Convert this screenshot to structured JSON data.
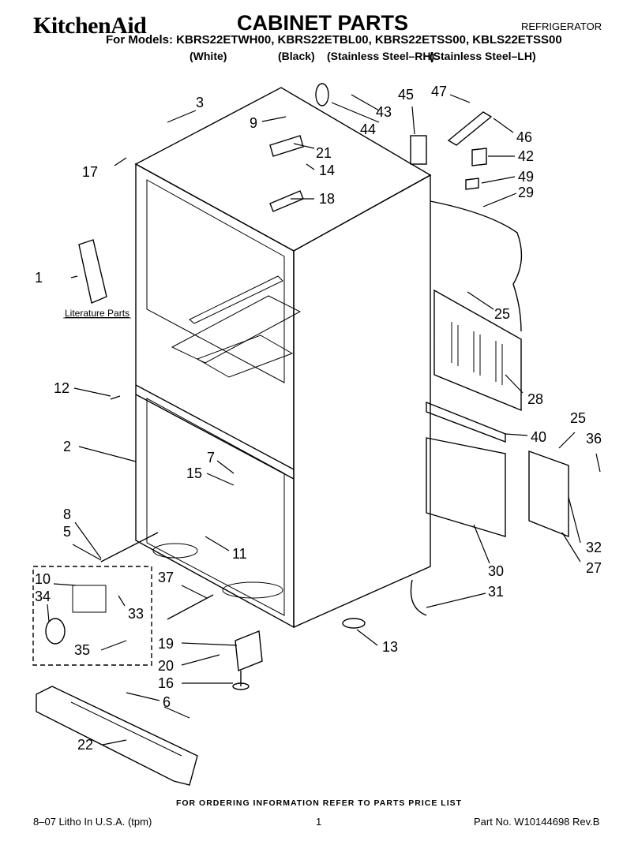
{
  "header": {
    "brand": "KitchenAid",
    "title": "CABINET PARTS",
    "category": "REFRIGERATOR",
    "models": "For Models: KBRS22ETWH00, KBRS22ETBL00, KBRS22ETSS00, KBLS22ETSS00",
    "variants": [
      "(White)",
      "(Black)",
      "(Stainless Steel–RH)",
      "(Stainless Steel–LH)"
    ]
  },
  "diagram": {
    "literature_label": "Literature Parts",
    "callouts": [
      "1",
      "2",
      "3",
      "5",
      "6",
      "7",
      "8",
      "9",
      "10",
      "11",
      "12",
      "13",
      "14",
      "15",
      "16",
      "17",
      "18",
      "19",
      "20",
      "21",
      "22",
      "25",
      "25",
      "27",
      "28",
      "29",
      "30",
      "31",
      "32",
      "33",
      "34",
      "35",
      "36",
      "37",
      "40",
      "42",
      "43",
      "44",
      "45",
      "46",
      "47",
      "49"
    ]
  },
  "footer": {
    "order_note": "FOR ORDERING INFORMATION REFER TO PARTS PRICE LIST",
    "litho": "8–07 Litho In U.S.A. (tpm)",
    "page": "1",
    "part_no": "Part No. W10144698 Rev.B"
  }
}
